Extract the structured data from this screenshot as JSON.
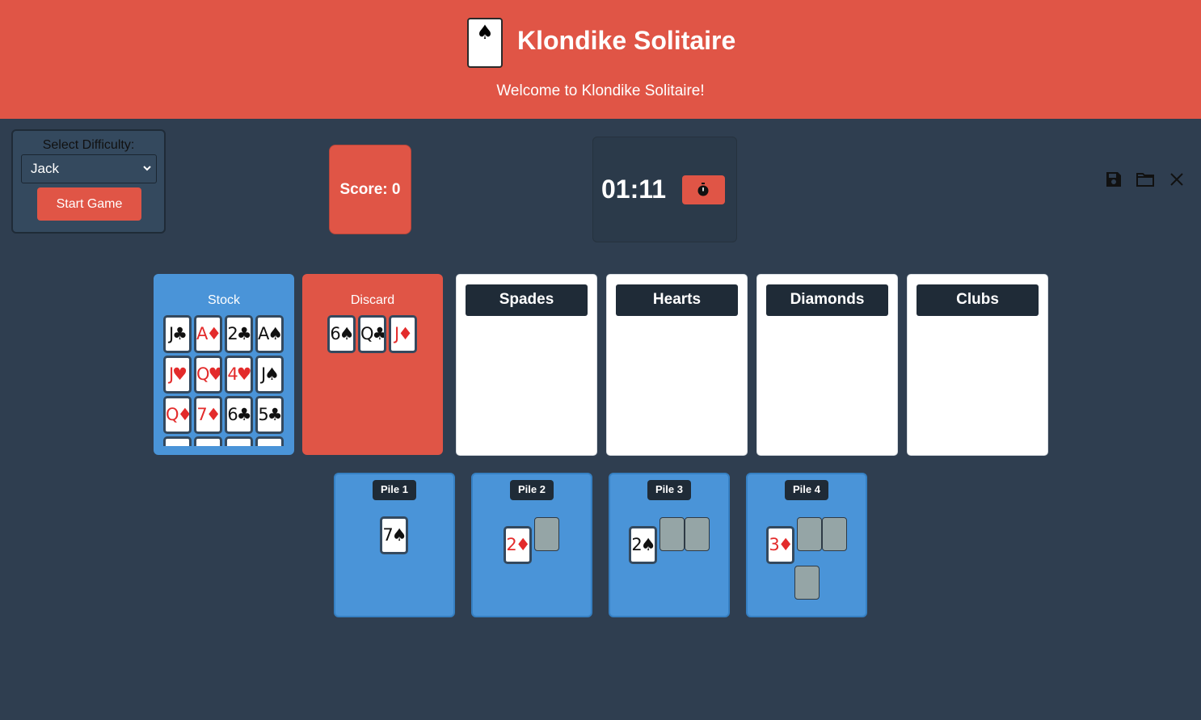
{
  "header": {
    "logo_suit": "♠",
    "title": "Klondike Solitaire",
    "welcome": "Welcome to Klondike Solitaire!"
  },
  "difficulty": {
    "label": "Select Difficulty:",
    "selected": "Jack",
    "start_label": "Start Game"
  },
  "score": {
    "text": "Score: 0"
  },
  "timer": {
    "time": "01:11",
    "button_icon": "stopwatch-icon"
  },
  "toolbar": {
    "icons": [
      "save-icon",
      "folder-icon",
      "close-icon"
    ]
  },
  "stock": {
    "title": "Stock",
    "cards": [
      {
        "label": "J♣",
        "color": "black"
      },
      {
        "label": "A♦",
        "color": "red"
      },
      {
        "label": "2♣",
        "color": "black"
      },
      {
        "label": "A♠",
        "color": "black"
      },
      {
        "label": "J♥",
        "color": "red"
      },
      {
        "label": "Q♥",
        "color": "red"
      },
      {
        "label": "4♥",
        "color": "red"
      },
      {
        "label": "J♠",
        "color": "black"
      },
      {
        "label": "Q♦",
        "color": "red"
      },
      {
        "label": "7♦",
        "color": "red"
      },
      {
        "label": "6♣",
        "color": "black"
      },
      {
        "label": "5♣",
        "color": "black"
      }
    ]
  },
  "discard": {
    "title": "Discard",
    "cards": [
      {
        "label": "6♠",
        "color": "black"
      },
      {
        "label": "Q♣",
        "color": "black"
      },
      {
        "label": "J♦",
        "color": "red"
      }
    ]
  },
  "foundations": [
    "Spades",
    "Hearts",
    "Diamonds",
    "Clubs"
  ],
  "tableau": [
    {
      "label": "Pile 1",
      "face_up": {
        "label": "7♠",
        "color": "black"
      },
      "face_down_count": 0
    },
    {
      "label": "Pile 2",
      "face_up": {
        "label": "2♦",
        "color": "red"
      },
      "face_down_count": 1
    },
    {
      "label": "Pile 3",
      "face_up": {
        "label": "2♠",
        "color": "black"
      },
      "face_down_count": 2
    },
    {
      "label": "Pile 4",
      "face_up": {
        "label": "3♦",
        "color": "red"
      },
      "face_down_count": 3
    }
  ],
  "colors": {
    "header_red": "#e05546",
    "background": "#2f3e50",
    "pile_blue": "#4a94d8",
    "label_dark": "#1f2b37",
    "card_back": "#95a5a6"
  }
}
